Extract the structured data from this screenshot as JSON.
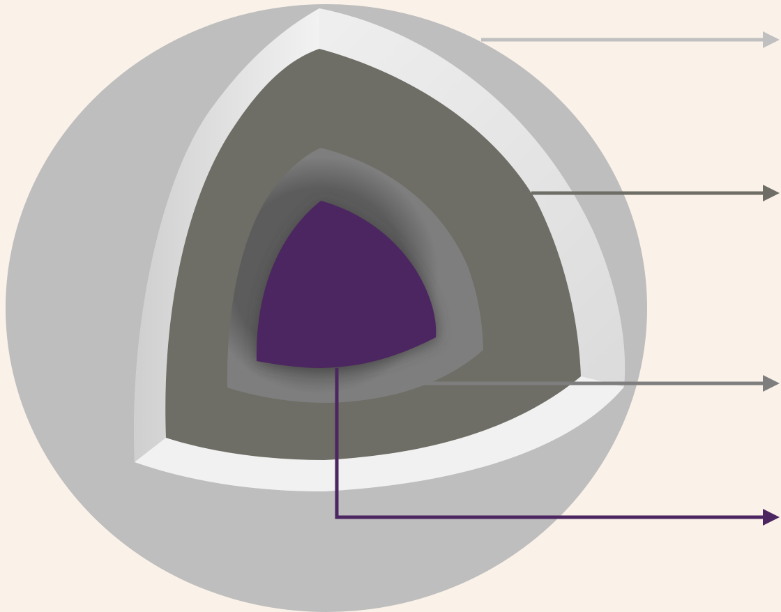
{
  "diagram": {
    "colors": {
      "background": "#FAF1E8",
      "sphere_surface": "#BEBEBE",
      "crust": "#EAEAEA",
      "mantle": "#6E6E66",
      "outer_core": "#7E7E7E",
      "inner_core": "#4C2660"
    },
    "layers": [
      {
        "id": "crust",
        "arrow_color": "#C0C0C0"
      },
      {
        "id": "mantle",
        "arrow_color": "#6E6E66"
      },
      {
        "id": "outer_core",
        "arrow_color": "#7E7E7E"
      },
      {
        "id": "inner_core",
        "arrow_color": "#4C2660"
      }
    ]
  }
}
